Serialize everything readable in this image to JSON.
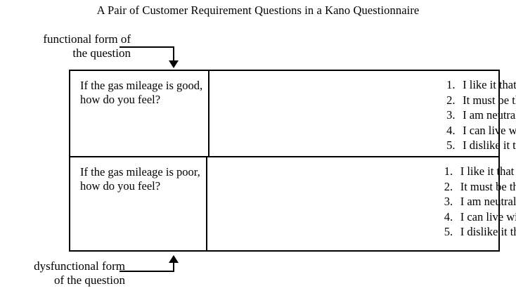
{
  "figure": {
    "title": "A Pair of Customer Requirement Questions in a Kano Questionnaire"
  },
  "annotations": {
    "functional": {
      "line1": "functional form of",
      "line2": "the question"
    },
    "dysfunctional": {
      "line1": "dysfunctional form",
      "line2": "of the question"
    }
  },
  "table": {
    "rows": [
      {
        "question": {
          "line1": "If the gas mileage is good,",
          "line2": "how do you feel?"
        },
        "answers": [
          {
            "num": "1.",
            "text": "I like it that way."
          },
          {
            "num": "2.",
            "text": "It must be that way."
          },
          {
            "num": "3.",
            "text": "I am neutral."
          },
          {
            "num": "4.",
            "text": "I can live with it that way."
          },
          {
            "num": "5.",
            "text": "I dislike it that way."
          }
        ]
      },
      {
        "question": {
          "line1": "If the gas mileage is poor,",
          "line2": "how do you feel?"
        },
        "answers": [
          {
            "num": "1.",
            "text": "I like it that way."
          },
          {
            "num": "2.",
            "text": "It must be that way."
          },
          {
            "num": "3.",
            "text": "I am neutral."
          },
          {
            "num": "4.",
            "text": "I can live with it that way."
          },
          {
            "num": "5.",
            "text": "I dislike it that way."
          }
        ]
      }
    ]
  },
  "colors": {
    "ink": "#000000",
    "paper": "#ffffff"
  }
}
